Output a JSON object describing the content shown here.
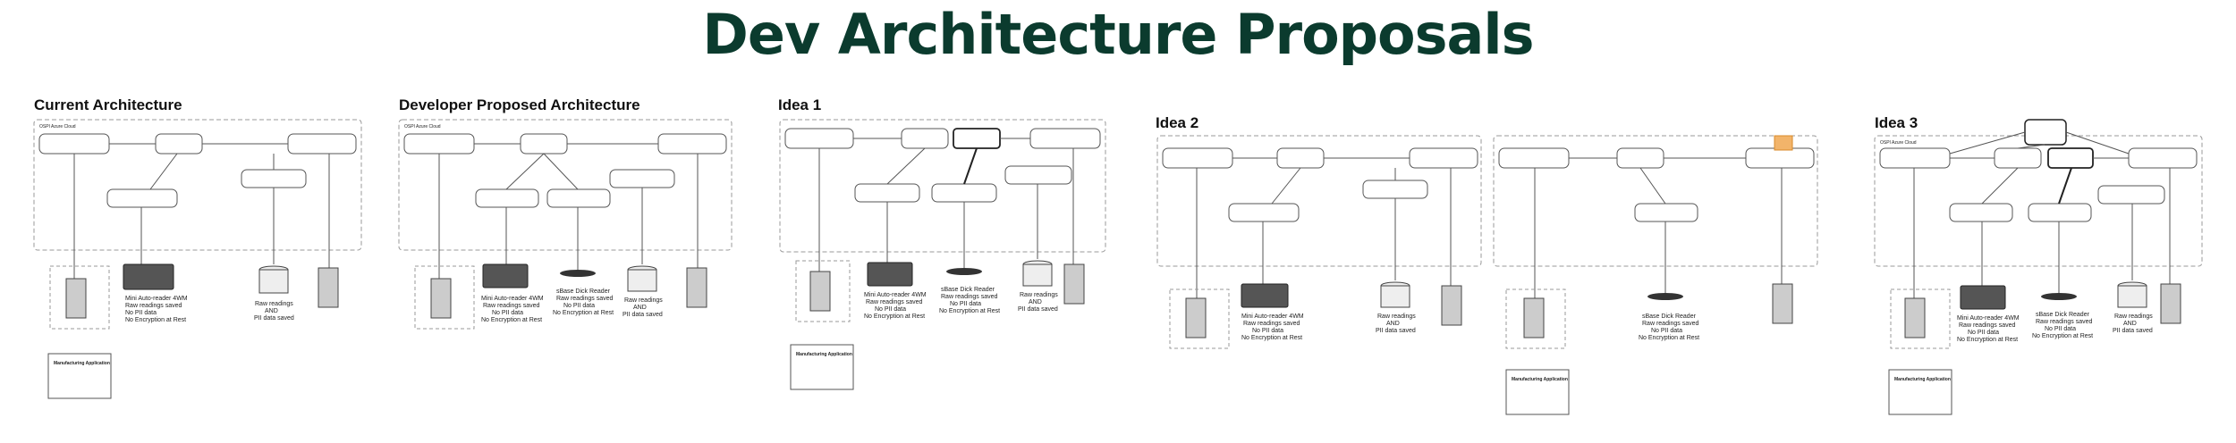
{
  "page": {
    "title": "Dev Architecture Proposals"
  },
  "colors": {
    "title": "#0b3b2e",
    "line": "#555555",
    "dash": "#999999",
    "highlight": "#f2b46a"
  },
  "sections": {
    "current": {
      "title": "Current Architecture"
    },
    "developer": {
      "title": "Developer Proposed Architecture"
    },
    "idea1": {
      "title": "Idea 1"
    },
    "idea2": {
      "title": "Idea 2"
    },
    "idea3": {
      "title": "Idea 3"
    }
  },
  "labels": {
    "cloud": "OSPI Azure Cloud",
    "reader_hw": "Mini Auto-reader 4WM\nRaw readings saved\nNo PII data\nNo Encryption at Rest",
    "dick_reader": "sBase Dick Reader\nRaw readings saved\nNo PII data\nNo Encryption at Rest",
    "raw_readings": "Raw readings\nAND\nPII data saved",
    "mfg_app": "Manufacturing Application"
  }
}
